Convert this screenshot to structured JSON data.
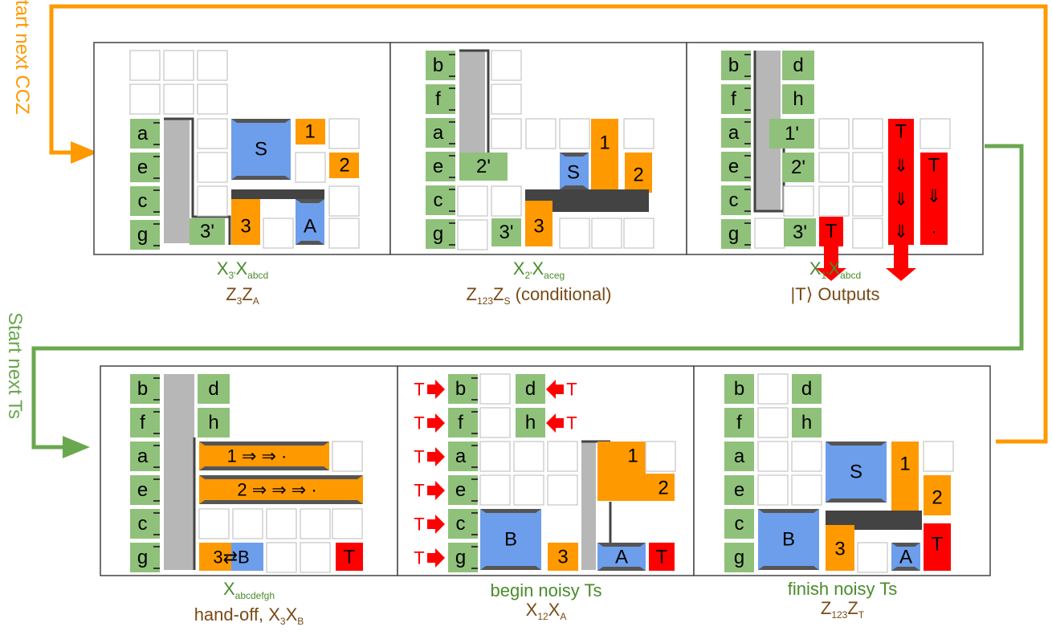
{
  "colors": {
    "green": "#8fc17a",
    "blue": "#6d9eeb",
    "orange": "#ff9900",
    "red": "#ff0000",
    "grey": "#b7b7b7",
    "dark": "#434343",
    "flow_orange": "#ff9900",
    "flow_green": "#6aa84f",
    "cap_green": "#4a8b2c",
    "cap_brown": "#7a4a16"
  },
  "side_labels": {
    "top": "Start next CCZ",
    "bottom": "Start next Ts"
  },
  "panels": [
    {
      "cap1": [
        "X",
        "3'",
        "X",
        "abcd"
      ],
      "cap2": [
        "Z",
        "3",
        "Z",
        "A"
      ]
    },
    {
      "cap1": [
        "X",
        "2'",
        "X",
        "aceg"
      ],
      "cap2": [
        "Z",
        "123",
        "Z",
        "S",
        " (conditional)"
      ]
    },
    {
      "cap1": [
        "X",
        "1'",
        "X",
        "abcd"
      ],
      "cap2": "|T⟩ Outputs"
    },
    {
      "cap1": [
        "X",
        "abcdefgh"
      ],
      "cap2": [
        "hand-off, X",
        "3",
        "X",
        "B"
      ]
    },
    {
      "cap1": "begin noisy Ts",
      "cap2": [
        "X",
        "12",
        "X",
        "A"
      ]
    },
    {
      "cap1": "finish noisy Ts",
      "cap2": [
        "Z",
        "123",
        "Z",
        "T"
      ]
    }
  ],
  "tiles": {
    "p1": {
      "left": [
        "a",
        "e",
        "c",
        "g"
      ],
      "s": "S",
      "one": "1",
      "two": "2",
      "three": "3",
      "three_p": "3'",
      "a": "A"
    },
    "p2": {
      "left": [
        "b",
        "f",
        "a",
        "e",
        "c",
        "g"
      ],
      "s": "S",
      "one": "1",
      "two": "2",
      "three": "3",
      "two_p": "2'",
      "three_p": "3'"
    },
    "p3": {
      "left": [
        "b",
        "f",
        "a",
        "e",
        "c",
        "g"
      ],
      "right": [
        "d",
        "h"
      ],
      "one_p": "1'",
      "two_p": "2'",
      "three_p": "3'",
      "t": "T",
      "arrow": "⇓",
      "dot": "·"
    },
    "p4": {
      "left": [
        "b",
        "f",
        "a",
        "e",
        "c",
        "g"
      ],
      "right": [
        "d",
        "h"
      ],
      "row1": "1 ⇒   ⇒ ·",
      "row2": "2 ⇒   ⇒   ⇒ ·",
      "swap": "3⇄B",
      "t": "T"
    },
    "p5": {
      "left": [
        "b",
        "f",
        "a",
        "e",
        "c",
        "g"
      ],
      "right": [
        "d",
        "h"
      ],
      "t": "T",
      "b": "B",
      "three": "3",
      "one": "1",
      "two": "2",
      "a": "A"
    },
    "p6": {
      "left": [
        "b",
        "f",
        "a",
        "e",
        "c",
        "g"
      ],
      "right": [
        "d",
        "h"
      ],
      "s": "S",
      "b": "B",
      "one": "1",
      "two": "2",
      "three": "3",
      "a": "A",
      "t": "T"
    }
  }
}
